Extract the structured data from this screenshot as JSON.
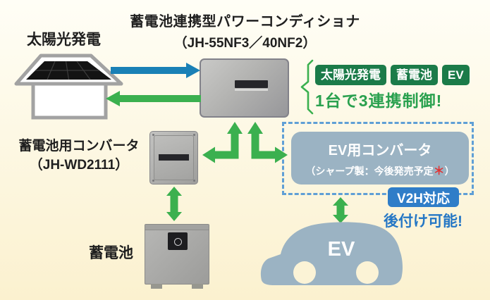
{
  "title": {
    "line1": "蓄電池連携型パワーコンディショナ",
    "line2": "（JH-55NF3／40NF2）"
  },
  "solar": {
    "label": "太陽光発電"
  },
  "linkage": {
    "badges": [
      "太陽光発電",
      "蓄電池",
      "EV"
    ],
    "caption": "1台で3連携制御!"
  },
  "battery_converter": {
    "name": "蓄電池用コンバータ",
    "model": "（JH-WD2111）"
  },
  "battery": {
    "label": "蓄電池"
  },
  "ev_converter": {
    "name": "EV用コンバータ",
    "note_open": "（シャープ製：今後発売予定",
    "note_mark": "＊",
    "note_close": "）"
  },
  "v2h": {
    "badge": "V2H対応",
    "caption": "後付け可能!"
  },
  "car": {
    "label": "EV"
  },
  "colors": {
    "arrow_green": "#3bb04f",
    "arrow_blue": "#1a80b6",
    "badge_green": "#1b7b49",
    "caption_green": "#2aa14f",
    "dashed_blue": "#5f9fd6",
    "car_gray_blue": "#9bb3c3",
    "v2h_blue": "#2f7dc8",
    "caption_blue": "#2577c5",
    "asterisk_red": "#e23333",
    "background_top": "#fffef6",
    "background_bottom": "#fbf1cf"
  }
}
